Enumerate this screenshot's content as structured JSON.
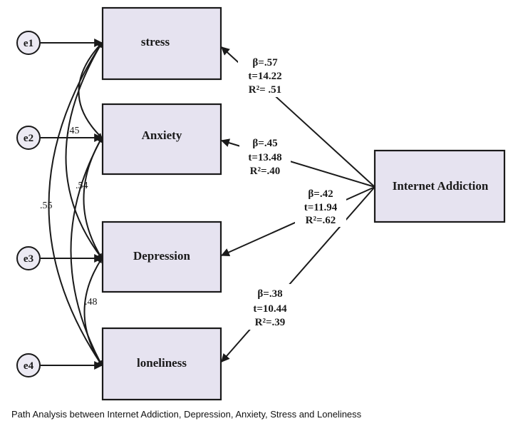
{
  "nodes": {
    "stress": "stress",
    "anxiety": "Anxiety",
    "depression": "Depression",
    "loneliness": "loneliness",
    "internet_addiction": "Internet Addiction"
  },
  "errors": {
    "e1": "e1",
    "e2": "e2",
    "e3": "e3",
    "e4": "e4"
  },
  "paths": {
    "stress": {
      "beta": "β=.57",
      "t": "t=14.22",
      "r2": "R²= .51"
    },
    "anxiety": {
      "beta": "β=.45",
      "t": "t=13.48",
      "r2": "R²=.40"
    },
    "depression": {
      "beta": "β=.42",
      "t": "t=11.94",
      "r2": "R²=.62"
    },
    "loneliness": {
      "beta": "β=.38",
      "t": "t=10.44",
      "r2": "R²=.39"
    }
  },
  "correlations": {
    "e1_e2": ".45",
    "e1_e3": ".54",
    "e1_e4": ".55",
    "e3_e4": ".48"
  },
  "caption": "Path Analysis between Internet Addiction, Depression, Anxiety, Stress and Loneliness"
}
